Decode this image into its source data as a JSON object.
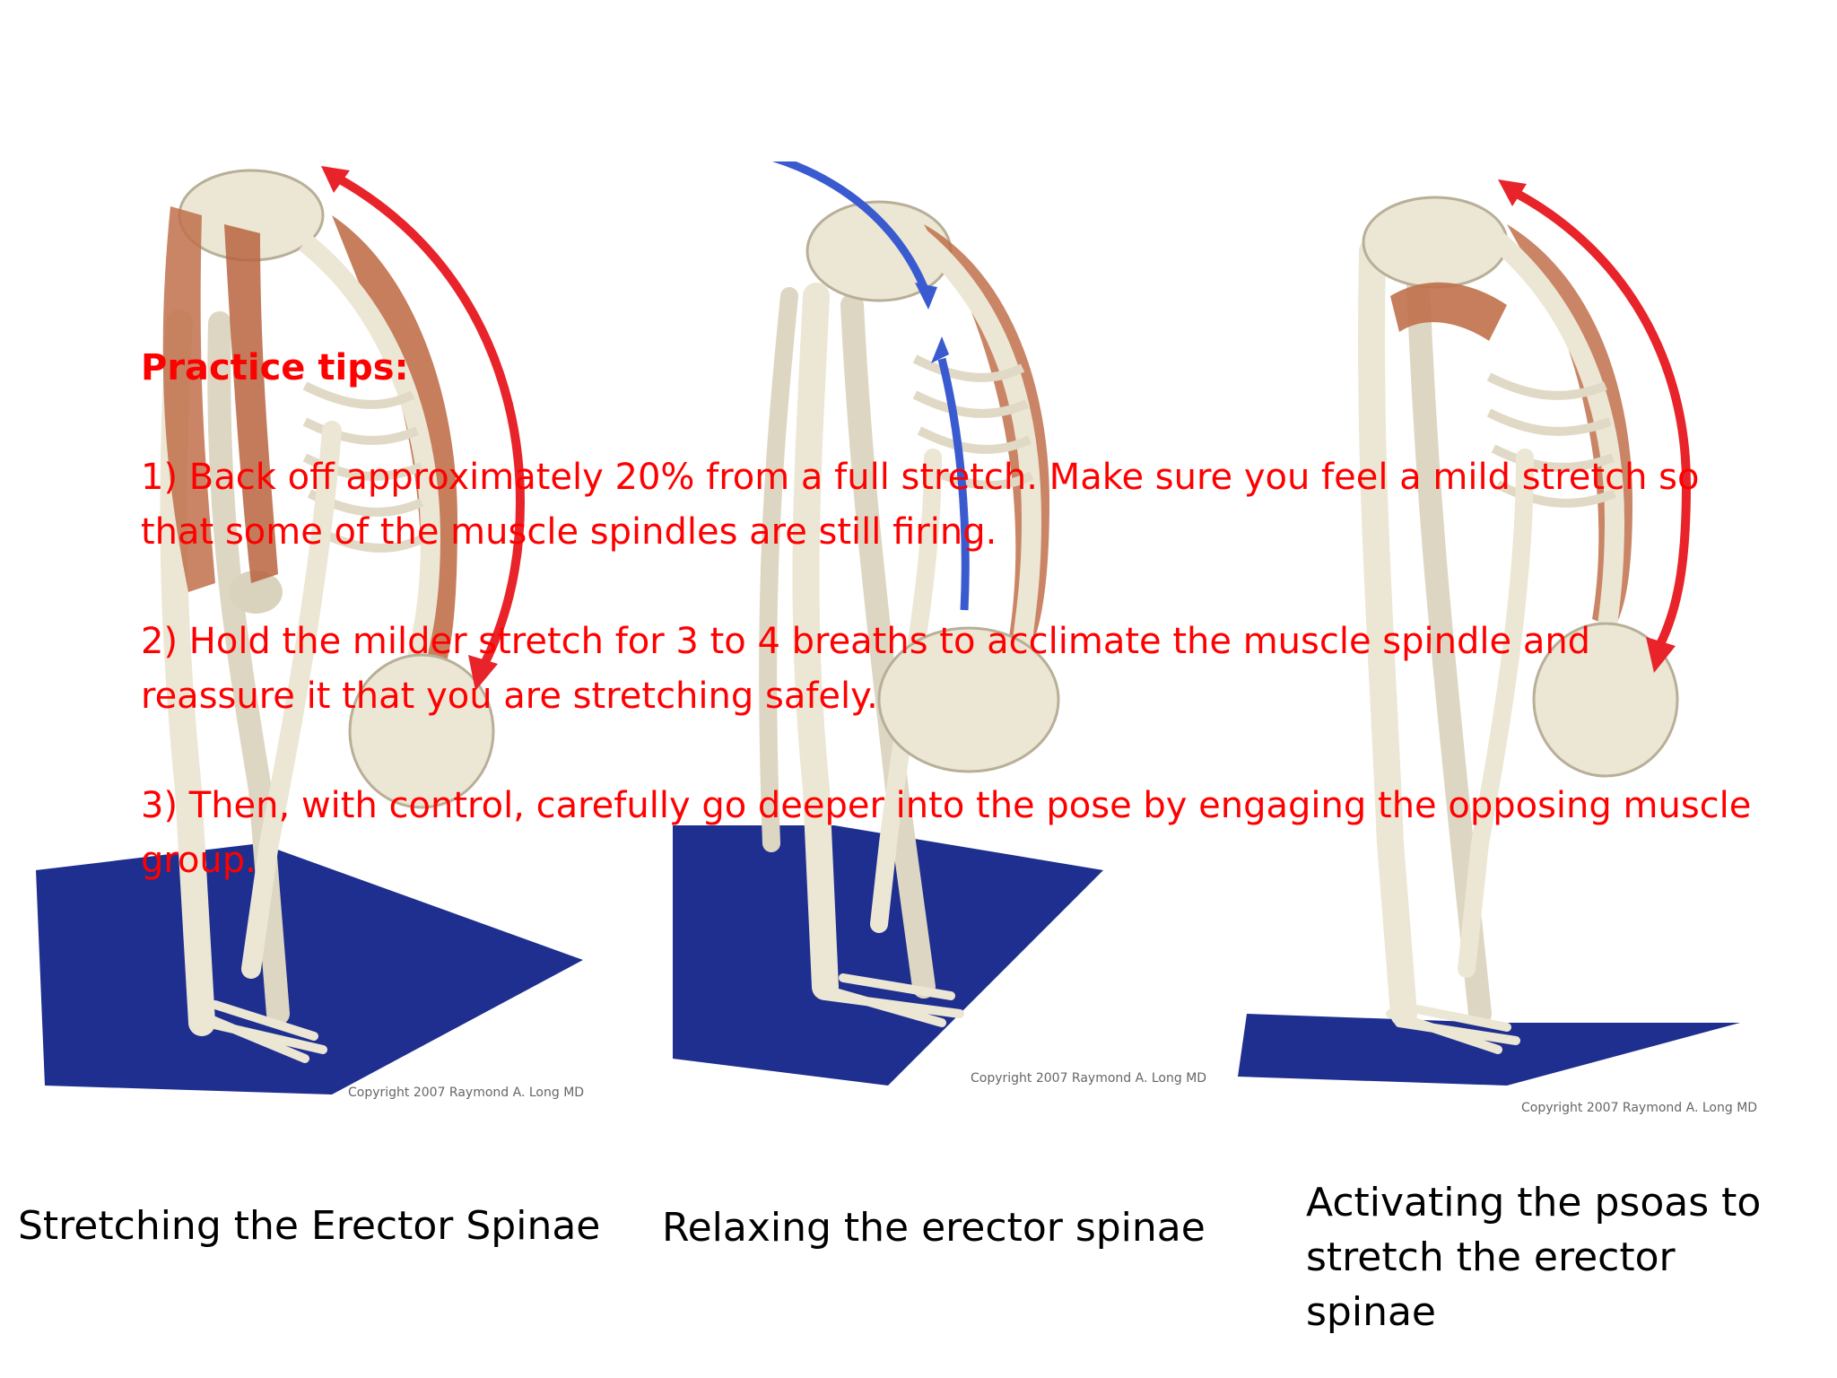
{
  "tips": {
    "heading": "Practice tips:",
    "items": [
      "1) Back off approximately 20% from a full stretch. Make sure you feel a mild stretch so that some of the muscle spindles are still firing.",
      "2) Hold the milder stretch for 3 to 4 breaths to acclimate the muscle spindle and reassure it that you are stretching safely.",
      "3) Then, with control, carefully go deeper into the pose by engaging the opposing muscle group."
    ]
  },
  "figures": [
    {
      "caption": "Stretching the Erector Spinae",
      "copyright": "Copyright 2007 Raymond A. Long MD"
    },
    {
      "caption": "Relaxing the erector spinae",
      "copyright": "Copyright 2007 Raymond A. Long MD"
    },
    {
      "caption": "Activating the psoas to stretch the erector spinae",
      "copyright": "Copyright 2007 Raymond A. Long MD"
    }
  ],
  "colors": {
    "tip_text": "#ff0000",
    "caption_text": "#000000",
    "mat": "#1f2f8f",
    "bone": "#ece6d4",
    "muscle": "#c0704a",
    "stretch_arrow": "#e8242a",
    "relax_arrow": "#3a5bd0"
  }
}
